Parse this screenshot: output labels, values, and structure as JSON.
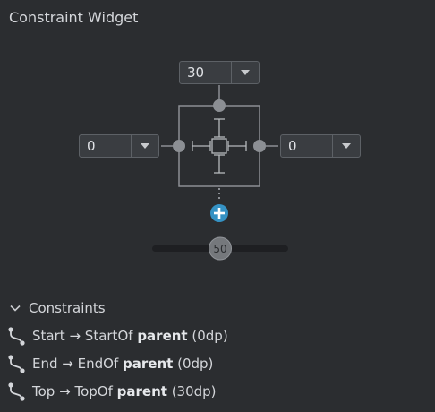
{
  "panel": {
    "title": "Constraint Widget"
  },
  "margins": {
    "top": "30",
    "left": "0",
    "right": "0"
  },
  "bias_slider": {
    "value": 50,
    "label": "50"
  },
  "constraints_section": {
    "title": "Constraints",
    "items": [
      {
        "side": "Start",
        "arrow": "→",
        "anchor": "StartOf",
        "target": "parent",
        "margin": "(0dp)"
      },
      {
        "side": "End",
        "arrow": "→",
        "anchor": "EndOf",
        "target": "parent",
        "margin": "(0dp)"
      },
      {
        "side": "Top",
        "arrow": "→",
        "anchor": "TopOf",
        "target": "parent",
        "margin": "(30dp)"
      }
    ]
  },
  "colors": {
    "background": "#2b2d30",
    "text": "#d4d6da",
    "accent_add": "#3592c4",
    "widget_line": "#8c8f94"
  },
  "icons": {
    "dropdown": "chevron-down-icon",
    "add": "add-constraint-icon",
    "section": "chevron-down-icon",
    "constraint": "constraint-link-icon"
  }
}
